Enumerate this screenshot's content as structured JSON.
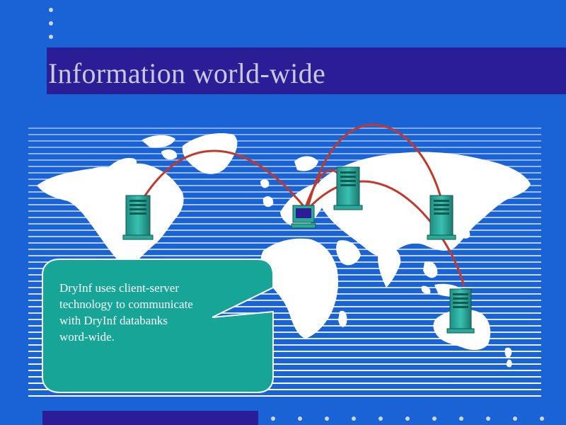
{
  "slide": {
    "title": "Information world-wide",
    "callout_lines": [
      "DryInf uses client-server",
      "technology to communicate",
      "with DryInf databanks",
      "word-wide."
    ]
  },
  "colors": {
    "background": "#1a63d6",
    "title_bar": "#2a1d96",
    "title_text": "#c9c9e2",
    "map_land": "#ffffff",
    "connection_arc": "#c0392b",
    "callout_fill": "#16a597",
    "server": "#2aa898"
  },
  "icons": {
    "servers": [
      "server-icon-north-america",
      "server-icon-russia",
      "server-icon-asia",
      "server-icon-australia"
    ],
    "client": "client-computer-icon-europe"
  }
}
